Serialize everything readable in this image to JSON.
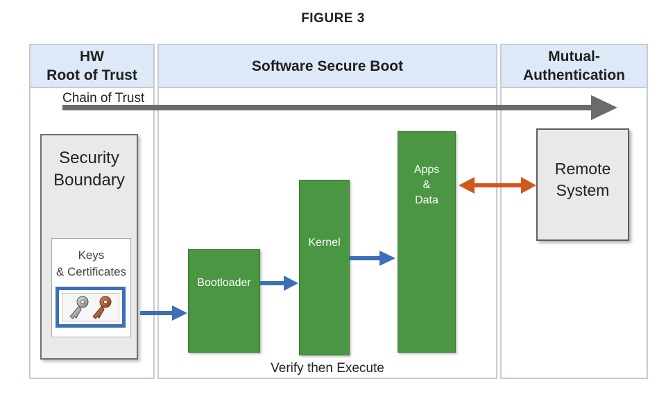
{
  "figure_title": "FIGURE 3",
  "panels": {
    "hw_root": "HW\nRoot of Trust",
    "secure_boot": "Software Secure Boot",
    "mutual_auth": "Mutual-\nAuthentication"
  },
  "chain_of_trust": "Chain of Trust",
  "security_boundary": "Security\nBoundary",
  "keys_certificates": "Keys\n& Certificates",
  "key_icons": [
    "key-icon-silver",
    "key-icon-copper"
  ],
  "stages": {
    "bootloader": "Bootloader",
    "kernel": "Kernel",
    "apps_data": "Apps\n&\nData"
  },
  "remote_system": "Remote\nSystem",
  "verify_then_execute": "Verify then Execute",
  "colors": {
    "header_fill": "#dde9f6",
    "stage_green": "#4b9642",
    "flow_arrow_blue": "#3b6fb6",
    "chain_arrow_gray": "#6b6b6b",
    "auth_arrow_orange": "#d2571f"
  }
}
